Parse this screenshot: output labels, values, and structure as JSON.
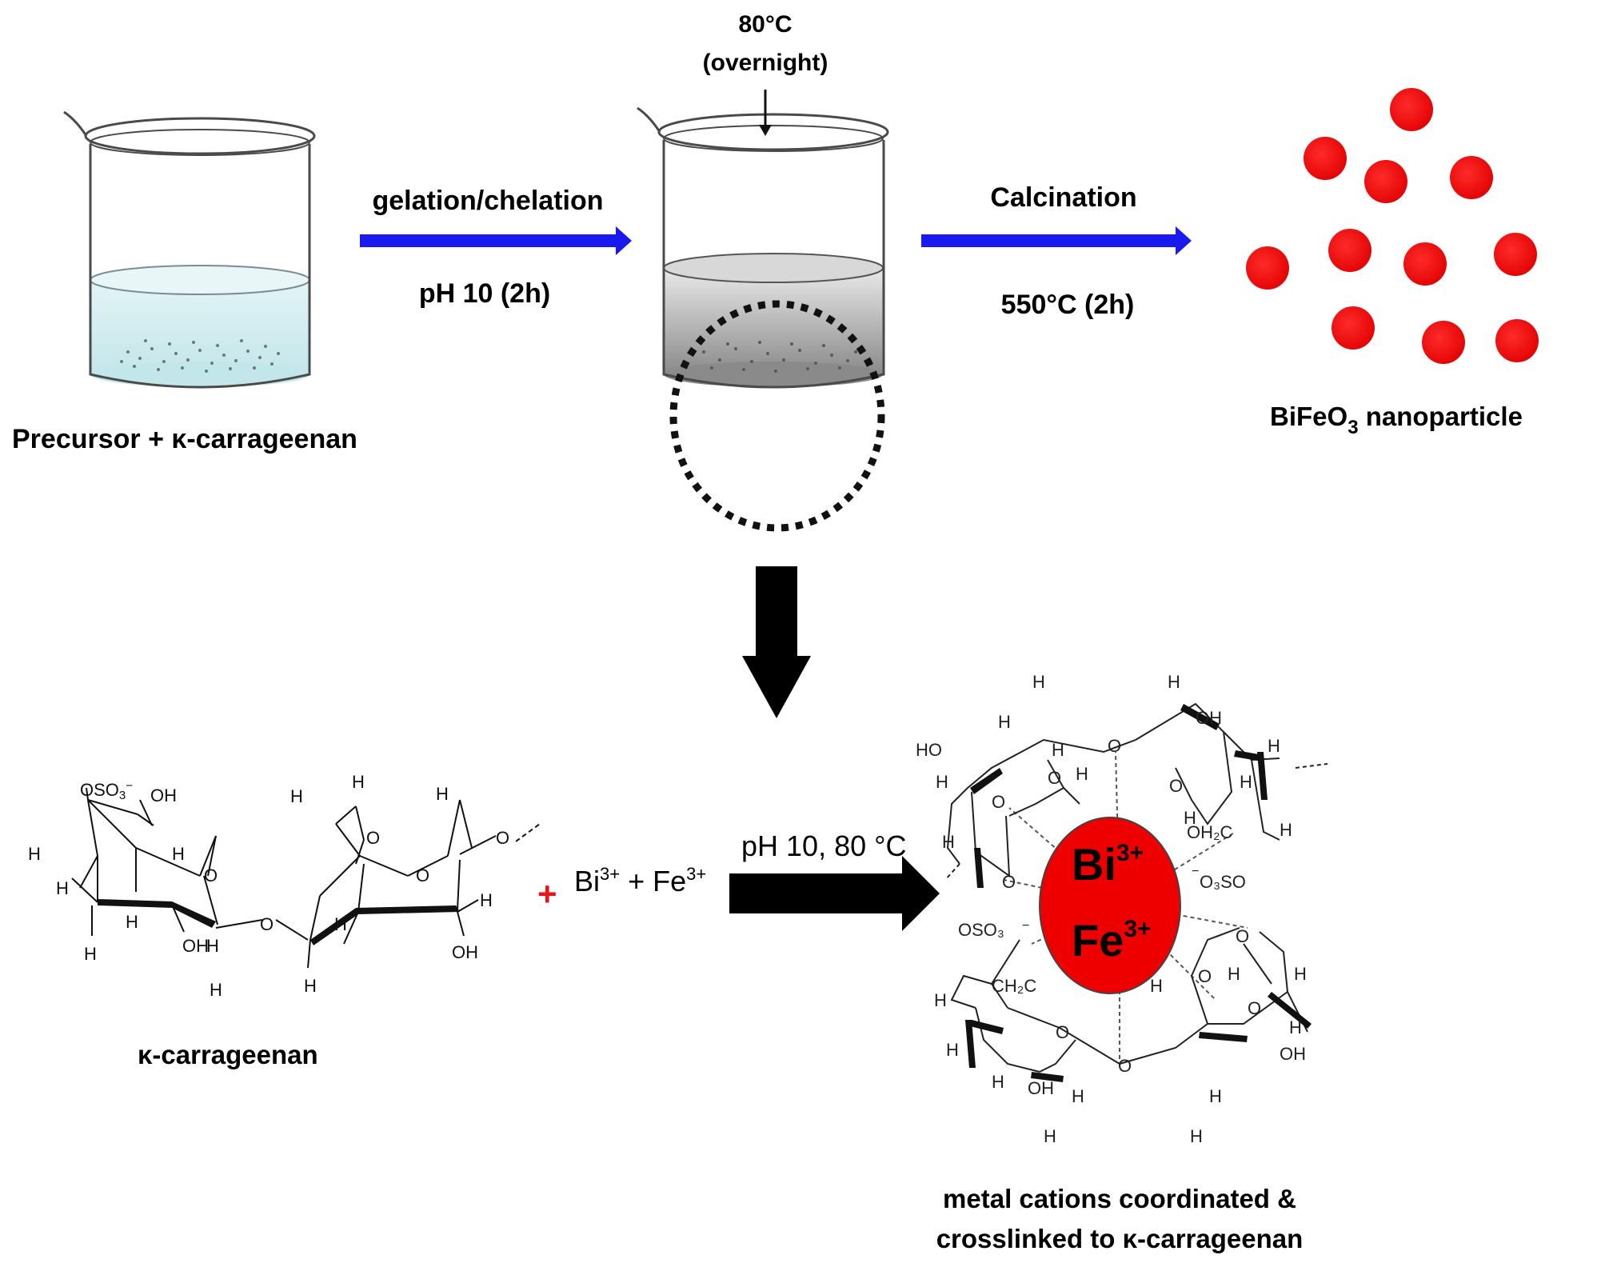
{
  "top": {
    "beaker1_label": "Precursor + κ-carrageenan",
    "step1_top": "gelation/chelation",
    "step1_bottom": "pH 10 (2h)",
    "heat_line1": "80°C",
    "heat_line2": "(overnight)",
    "step2_top": "Calcination",
    "step2_bottom": "550°C (2h)",
    "product_prefix": "BiFeO",
    "product_sub": "3",
    "product_suffix": " nanoparticle"
  },
  "bottom": {
    "plus": "+",
    "reactant_bi": "Bi",
    "reactant_bi_charge": "3+",
    "reactant_plus": " + Fe",
    "reactant_fe_charge": "3+",
    "reaction_condition": "pH 10, 80 °C",
    "carrageenan_label": "κ-carrageenan",
    "complex_bi": "Bi",
    "complex_bi_charge": "3+",
    "complex_fe": "Fe",
    "complex_fe_charge": "3+",
    "complex_label_line1": "metal cations coordinated &",
    "complex_label_line2": "crosslinked to κ-carrageenan"
  },
  "structure_labels": {
    "H": "H",
    "O": "O",
    "OH": "OH",
    "HO": "HO",
    "oso3": "OSO",
    "three": "3",
    "minus": "−",
    "ch2c": "CH₂C",
    "oh2c": "OH₂C",
    "o3so": "O₃SO",
    "oso3_dark": "OSO₃"
  },
  "colors": {
    "blue_arrow": "#1a1aee",
    "particle_red": "#ee0000",
    "plus_red": "#e8141c",
    "liquid1": "#cfecef",
    "gel": "#a9a9a9"
  }
}
